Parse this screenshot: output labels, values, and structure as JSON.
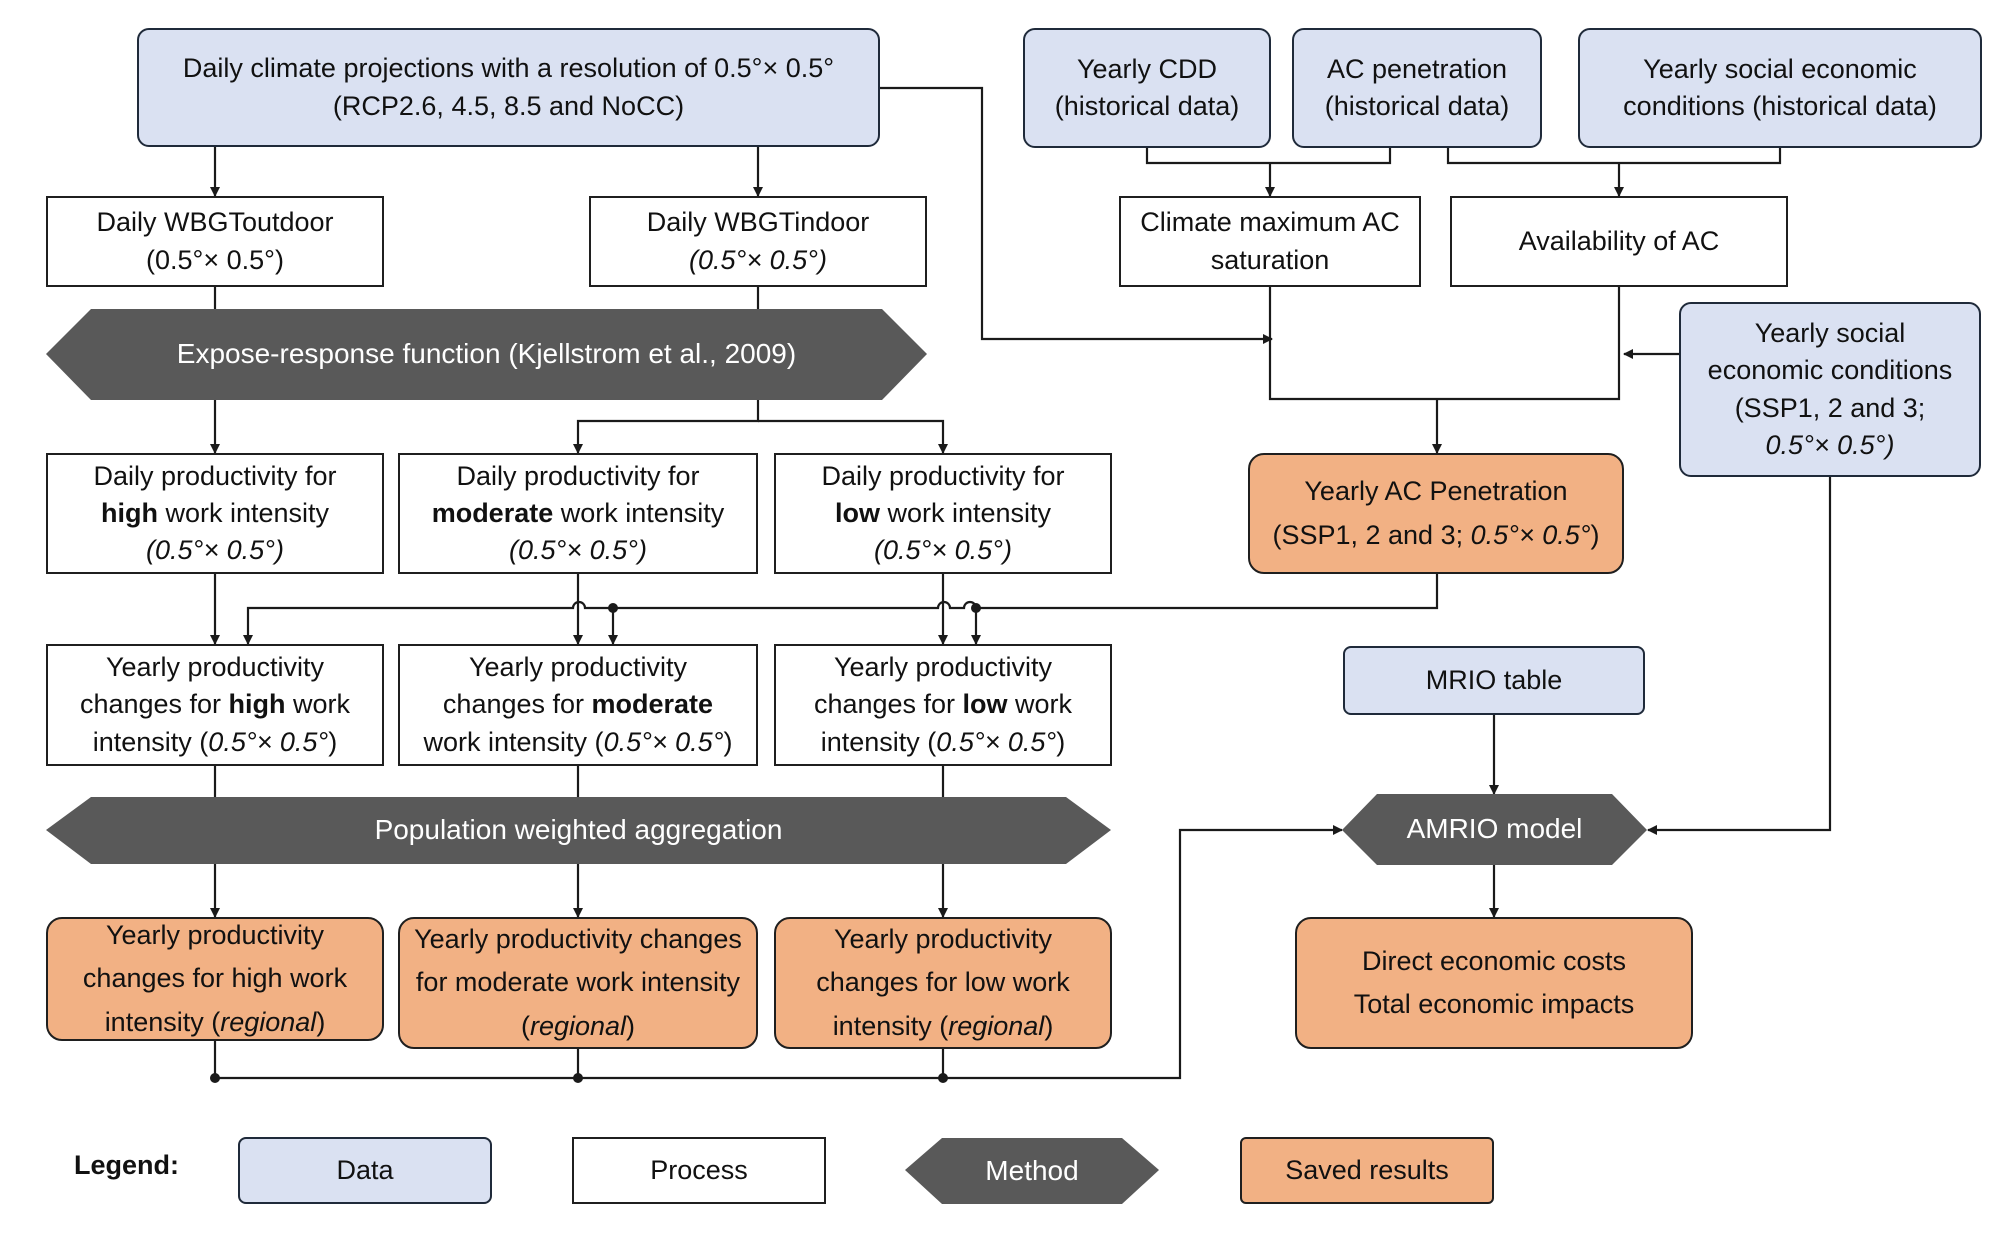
{
  "colors": {
    "data": "#dae1f2",
    "process": "#ffffff",
    "method": "#595959",
    "saved": "#f2b184",
    "line": "#1a1a1a"
  },
  "nodes": {
    "climate": {
      "l1": "Daily climate projections with a resolution of 0.5°× 0.5°",
      "l2": "(RCP2.6, 4.5, 8.5 and NoCC)"
    },
    "cdd": {
      "l1": "Yearly CDD",
      "l2": "(historical data)"
    },
    "acpen_hist": {
      "l1": "AC penetration",
      "l2": "(historical data)"
    },
    "socio_hist": {
      "l1": "Yearly social economic",
      "l2": "conditions (historical data)"
    },
    "wbgt_out": {
      "l1": "Daily WBGToutdoor",
      "l2": "(0.5°× 0.5°)"
    },
    "wbgt_in": {
      "l1": "Daily WBGTindoor",
      "l2": "(0.5°× 0.5°)"
    },
    "climate_max": {
      "l1": "Climate maximum AC",
      "l2": "saturation"
    },
    "avail": {
      "l1": "Availability of AC"
    },
    "expose": {
      "main": "Expose-response function",
      "cite": "(Kjellstrom et al., 2009)"
    },
    "socio_ssp": {
      "l1": "Yearly social",
      "l2": "economic conditions",
      "l3": "(SSP1, 2 and 3;",
      "l4": "0.5°× 0.5°)"
    },
    "dp_high": {
      "l1": "Daily productivity for",
      "l2b": "high",
      "l2": " work intensity",
      "l3": "(0.5°× 0.5°)"
    },
    "dp_mod": {
      "l1": "Daily productivity for",
      "l2b": "moderate",
      "l2": " work intensity",
      "l3": "(0.5°× 0.5°)"
    },
    "dp_low": {
      "l1": "Daily productivity for",
      "l2b": "low",
      "l2": " work intensity",
      "l3": "(0.5°× 0.5°)"
    },
    "ac_pen": {
      "l1": "Yearly AC Penetration",
      "l2a": "(SSP1, 2 and 3; ",
      "l2i": "0.5°× 0.5°",
      "l2c": ")"
    },
    "yp_high": {
      "l1": "Yearly productivity",
      "l2a": "changes for ",
      "l2b": "high",
      "l2c": " work",
      "l3a": "intensity (",
      "l3i": "0.5°× 0.5°",
      "l3c": ")"
    },
    "yp_mod": {
      "l1": "Yearly productivity",
      "l2a": "changes for ",
      "l2b": "moderate",
      "l3a": "work intensity (",
      "l3i": "0.5°× 0.5°",
      "l3c": ")"
    },
    "yp_low": {
      "l1": "Yearly productivity",
      "l2a": "changes for ",
      "l2b": "low",
      "l2c": " work",
      "l3a": "intensity (",
      "l3i": "0.5°× 0.5°",
      "l3c": ")"
    },
    "mrio": {
      "l1": "MRIO table"
    },
    "pop": {
      "main": "Population weighted aggregation"
    },
    "amrio": {
      "main": "AMRIO model"
    },
    "yr_high": {
      "l1": "Yearly productivity",
      "l2": "changes for high work",
      "l3a": "intensity (",
      "l3i": "regional",
      "l3c": ")"
    },
    "yr_mod": {
      "l1": "Yearly productivity changes",
      "l2": "for moderate work intensity",
      "l3a": "(",
      "l3i": "regional",
      "l3c": ")"
    },
    "yr_low": {
      "l1": "Yearly productivity",
      "l2": "changes for low work",
      "l3a": "intensity (",
      "l3i": "regional",
      "l3c": ")"
    },
    "econ": {
      "l1": "Direct economic costs",
      "l2": "Total economic impacts"
    }
  },
  "legend": {
    "title": "Legend:",
    "data": "Data",
    "process": "Process",
    "method": "Method",
    "saved": "Saved results"
  }
}
